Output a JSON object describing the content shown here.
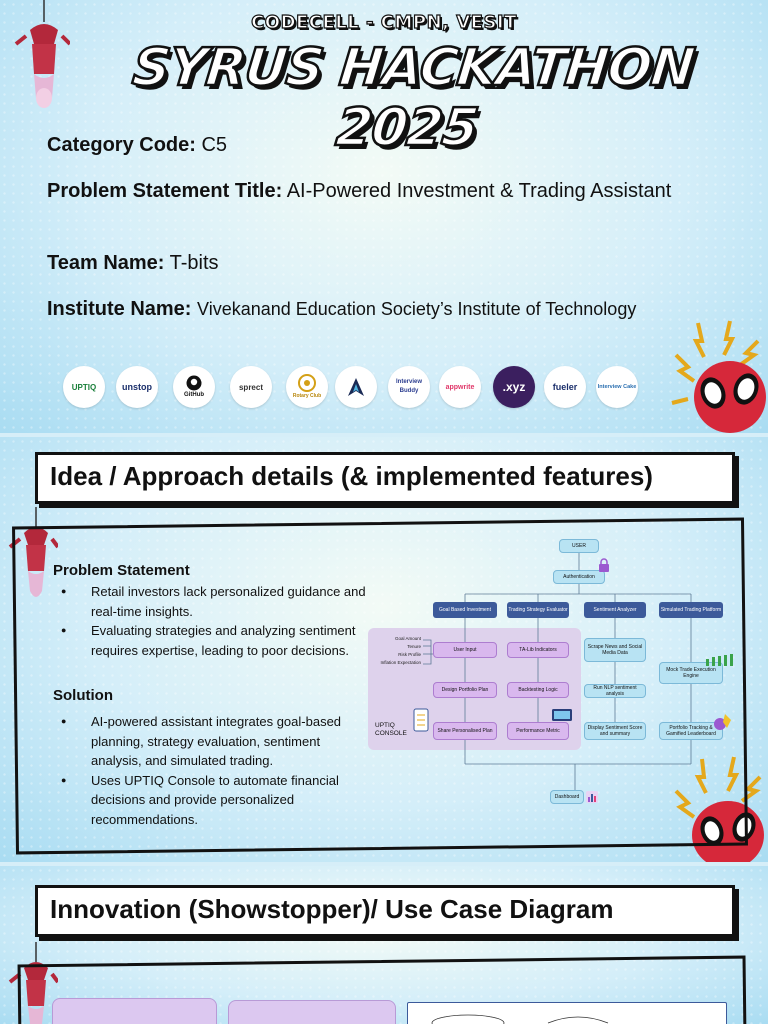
{
  "header": {
    "org": "CODECELL - CMPN, VESIT",
    "title": "SYRUS HACKATHON 2025"
  },
  "info": {
    "category_label": "Category Code:",
    "category_value": "C5",
    "problem_label": "Problem Statement Title:",
    "problem_value": "AI-Powered Investment & Trading Assistant",
    "team_label": "Team Name:",
    "team_value": "T-bits",
    "institute_label": "Institute Name:",
    "institute_value": "Vivekanand Education Society’s Institute of Technology"
  },
  "sponsors": [
    {
      "name": "UPTIQ",
      "icon": "uptiq-logo"
    },
    {
      "name": "unstop",
      "icon": "unstop-logo"
    },
    {
      "name": "GitHub",
      "icon": "github-logo"
    },
    {
      "name": "sprect",
      "icon": "sprect-logo"
    },
    {
      "name": "Rotary Club",
      "icon": "rotary-logo"
    },
    {
      "name": "",
      "icon": "arrow-logo"
    },
    {
      "name": "Interview Buddy",
      "icon": "interview-buddy-logo"
    },
    {
      "name": "appwrite",
      "icon": "appwrite-logo"
    },
    {
      "name": ".xyz",
      "icon": "xyz-logo"
    },
    {
      "name": "fueler",
      "icon": "fueler-logo"
    },
    {
      "name": "Interview Cake",
      "icon": "interview-cake-logo"
    }
  ],
  "slide2": {
    "section_title": "Idea / Approach details (& implemented features)",
    "problem_heading": "Problem Statement",
    "problem_points": [
      "Retail investors lack personalized guidance and real-time insights.",
      "Evaluating strategies and analyzing sentiment requires expertise, leading to poor decisions."
    ],
    "solution_heading": "Solution",
    "solution_points": [
      "AI-powered assistant integrates goal-based planning, strategy evaluation, sentiment analysis, and simulated trading.",
      "Uses UPTIQ Console to automate financial decisions and provide personalized recommendations."
    ],
    "flowchart": {
      "user": "USER",
      "auth": "Authentication",
      "branches": [
        "Goal Based Investment",
        "Trading Strategy Evaluator",
        "Sentiment Analyzer",
        "Simulated Trading Platform"
      ],
      "inputs": [
        "Goal Amount",
        "Tenure",
        "Risk Profile",
        "Inflation Expectation"
      ],
      "user_input": "User Input",
      "design_plan": "Design Portfolio Plan",
      "share_plan": "Share Personalised Plan",
      "ta_lib": "TA-Lib Indicators",
      "backtesting": "Backtesting Logic",
      "performance": "Performance Metric",
      "scrape": "Scrape News and Social Media Data",
      "nlp": "Run NLP sentiment analysis",
      "display_sentiment": "Display Sentiment Score and summary",
      "mock_engine": "Mock Trade Execution Engine",
      "portfolio_tracking": "Portfolio Tracking & Gamified Leaderboard",
      "console_label": "UPTIQ CONSOLE",
      "dashboard": "Dashboard"
    }
  },
  "slide3": {
    "section_title": "Innovation (Showstopper)/ Use Case Diagram"
  },
  "colors": {
    "panel_blue": "#b8e3f3",
    "panel_purple": "#d9b8ee",
    "branch_navy": "#3c5a9a",
    "border": "#111111"
  }
}
